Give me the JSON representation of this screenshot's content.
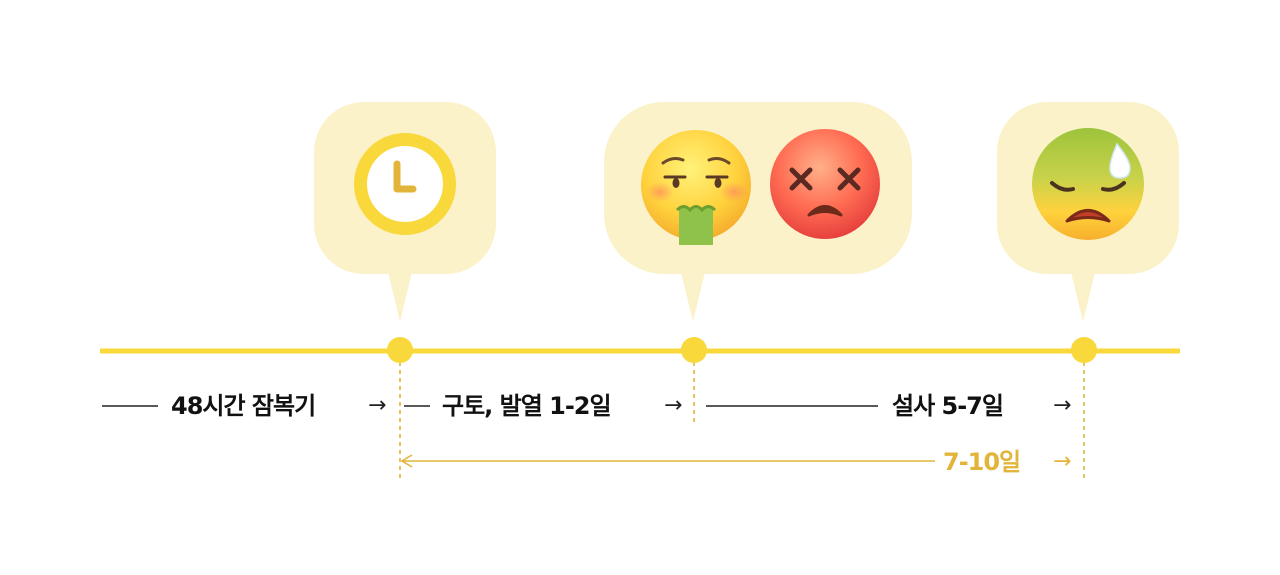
{
  "stages": [
    {
      "label": "48시간 잠복기",
      "icon": "clock-icon"
    },
    {
      "label": "구토, 발열 1-2일",
      "icons": [
        "nauseated-face-icon",
        "dizzy-face-icon"
      ]
    },
    {
      "label": "설사 5-7일",
      "icon": "sweating-sad-face-icon"
    }
  ],
  "total": {
    "label": "7-10일"
  },
  "colors": {
    "timeline": "#f8d83a",
    "bubble": "#fbf2c9",
    "total_text": "#e2b53a",
    "text": "#111111"
  }
}
